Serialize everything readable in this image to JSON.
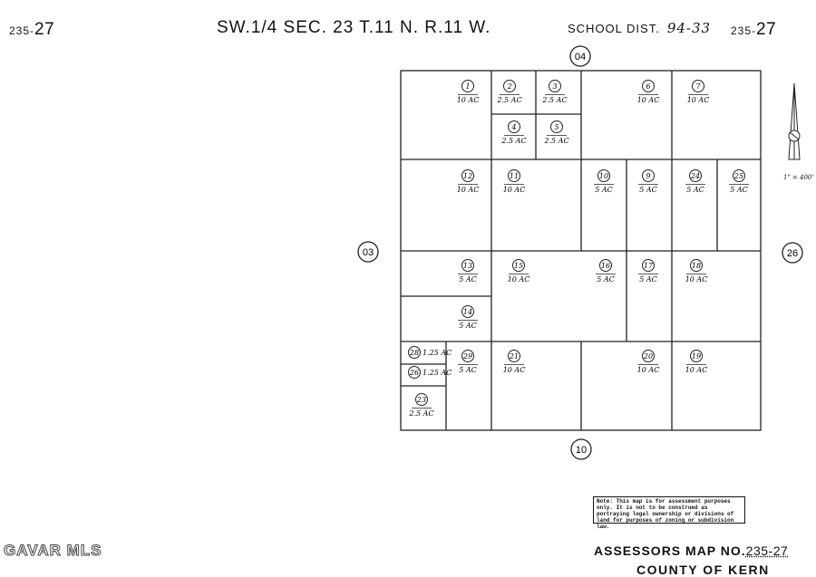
{
  "header": {
    "map_code_left_prefix": "235-",
    "map_code_left_num": "27",
    "map_code_right_prefix": "235-",
    "map_code_right_num": "27",
    "title": "SW.1/4 SEC. 23 T.11 N. R.11 W.",
    "school_label": "SCHOOL DIST.",
    "school_number": "94-33"
  },
  "adjacent_maps": {
    "north": "04",
    "west": "03",
    "east": "26",
    "south": "10"
  },
  "parcels": [
    {
      "id": "1",
      "area": "10 AC"
    },
    {
      "id": "2",
      "area": "2.5 AC"
    },
    {
      "id": "3",
      "area": "2.5 AC"
    },
    {
      "id": "4",
      "area": "2.5 AC"
    },
    {
      "id": "5",
      "area": "2.5 AC"
    },
    {
      "id": "6",
      "area": "10 AC"
    },
    {
      "id": "7",
      "area": "10 AC"
    },
    {
      "id": "12",
      "area": "10 AC"
    },
    {
      "id": "11",
      "area": "10 AC"
    },
    {
      "id": "10",
      "area": "5 AC"
    },
    {
      "id": "9",
      "area": "5 AC"
    },
    {
      "id": "24",
      "area": "5 AC"
    },
    {
      "id": "25",
      "area": "5 AC"
    },
    {
      "id": "13",
      "area": "5 AC"
    },
    {
      "id": "15",
      "area": "10 AC"
    },
    {
      "id": "16",
      "area": "5 AC"
    },
    {
      "id": "17",
      "area": "5 AC"
    },
    {
      "id": "18",
      "area": "10 AC"
    },
    {
      "id": "14",
      "area": "5 AC"
    },
    {
      "id": "28",
      "area": "1.25 AC"
    },
    {
      "id": "26",
      "area": "1.25 AC"
    },
    {
      "id": "23",
      "area": "2.5 AC"
    },
    {
      "id": "29",
      "area": "5 AC"
    },
    {
      "id": "21",
      "area": "10 AC"
    },
    {
      "id": "20",
      "area": "10 AC"
    },
    {
      "id": "19",
      "area": "10 AC"
    }
  ],
  "scale_text": "1\" = 400'",
  "note": "Note: This map is for assessment purposes only. It is not to be construed as portraying legal ownership or divisions of land for purposes of zoning or subdivision law.",
  "footer": {
    "assessors_label": "ASSESSORS MAP NO.",
    "map_number": "235-27",
    "county": "COUNTY OF KERN"
  },
  "watermark": "GAVAR MLS"
}
